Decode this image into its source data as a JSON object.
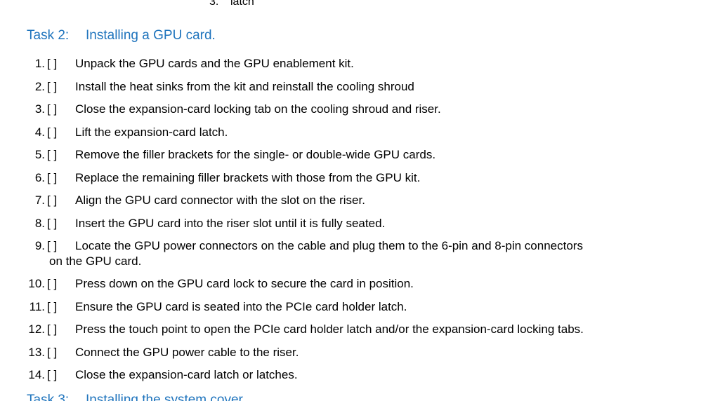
{
  "previous_list": {
    "item_number": "3.",
    "item_text": "latch"
  },
  "task2": {
    "number": "Task 2:",
    "title": "Installing a GPU card."
  },
  "checkbox_marker": "[  ]",
  "steps": [
    {
      "num": "1.",
      "text": "Unpack the GPU cards and the GPU enablement kit."
    },
    {
      "num": "2.",
      "text": "Install the heat sinks from the kit and reinstall the cooling shroud"
    },
    {
      "num": "3.",
      "text": "Close the expansion-card locking tab on the cooling shroud and riser."
    },
    {
      "num": "4.",
      "text": "Lift the expansion-card latch."
    },
    {
      "num": "5.",
      "text": "Remove the filler brackets for the single- or double-wide GPU cards."
    },
    {
      "num": "6.",
      "text": "Replace the remaining filler brackets with those from the GPU kit."
    },
    {
      "num": "7.",
      "text": "Align the GPU card connector with the slot on the riser."
    },
    {
      "num": "8.",
      "text": "Insert the GPU card into the riser slot until it is fully seated."
    },
    {
      "num": "9.",
      "text": "Locate the GPU power connectors on the cable and plug them to the 6-pin and 8-pin connectors",
      "continuation": "on the GPU card."
    },
    {
      "num": "10.",
      "text": "Press down on the GPU card lock to secure the card in position."
    },
    {
      "num": "11.",
      "text": "Ensure the GPU card is seated into the PCIe card holder latch."
    },
    {
      "num": "12.",
      "text": "Press the touch point to open the PCIe card holder latch and/or the expansion-card locking tabs."
    },
    {
      "num": "13.",
      "text": "Connect the GPU power cable to the riser."
    },
    {
      "num": "14.",
      "text": "Close the expansion-card latch or latches."
    }
  ],
  "task3": {
    "number": "Task 3:",
    "title": "Installing the system cover"
  },
  "colors": {
    "heading": "#1f74bd",
    "text": "#000000",
    "background": "#ffffff"
  }
}
